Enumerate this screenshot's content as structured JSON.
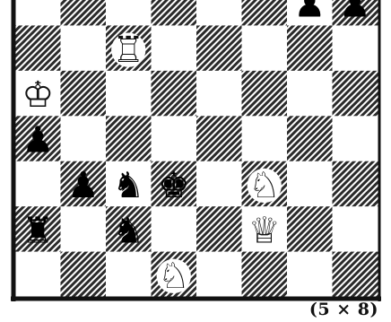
{
  "board": {
    "files": 8,
    "ranks": 7,
    "light_color": "#ffffff",
    "dark_color": "#2a2a2a",
    "border_color": "#111111",
    "pieces": [
      {
        "name": "black-pawn",
        "color": "black",
        "glyph": "♟",
        "file": 6,
        "rank": 0
      },
      {
        "name": "black-pawn",
        "color": "black",
        "glyph": "♟",
        "file": 7,
        "rank": 0
      },
      {
        "name": "white-rook",
        "color": "white",
        "glyph": "♖",
        "file": 2,
        "rank": 1
      },
      {
        "name": "white-king",
        "color": "white",
        "glyph": "♔",
        "file": 0,
        "rank": 2
      },
      {
        "name": "black-pawn",
        "color": "black",
        "glyph": "♟",
        "file": 0,
        "rank": 3
      },
      {
        "name": "black-pawn",
        "color": "black",
        "glyph": "♟",
        "file": 1,
        "rank": 4
      },
      {
        "name": "black-knight",
        "color": "black",
        "glyph": "♞",
        "file": 2,
        "rank": 4
      },
      {
        "name": "black-king",
        "color": "black",
        "glyph": "♚",
        "file": 3,
        "rank": 4
      },
      {
        "name": "white-knight",
        "color": "white",
        "glyph": "♘",
        "file": 5,
        "rank": 4
      },
      {
        "name": "black-rook",
        "color": "black",
        "glyph": "♜",
        "file": 0,
        "rank": 5
      },
      {
        "name": "black-knight",
        "color": "black",
        "glyph": "♞",
        "file": 2,
        "rank": 5
      },
      {
        "name": "white-queen",
        "color": "white",
        "glyph": "♕",
        "file": 5,
        "rank": 5
      },
      {
        "name": "white-knight",
        "color": "white",
        "glyph": "♘",
        "file": 3,
        "rank": 6
      }
    ]
  },
  "caption": "(5 × 8)"
}
